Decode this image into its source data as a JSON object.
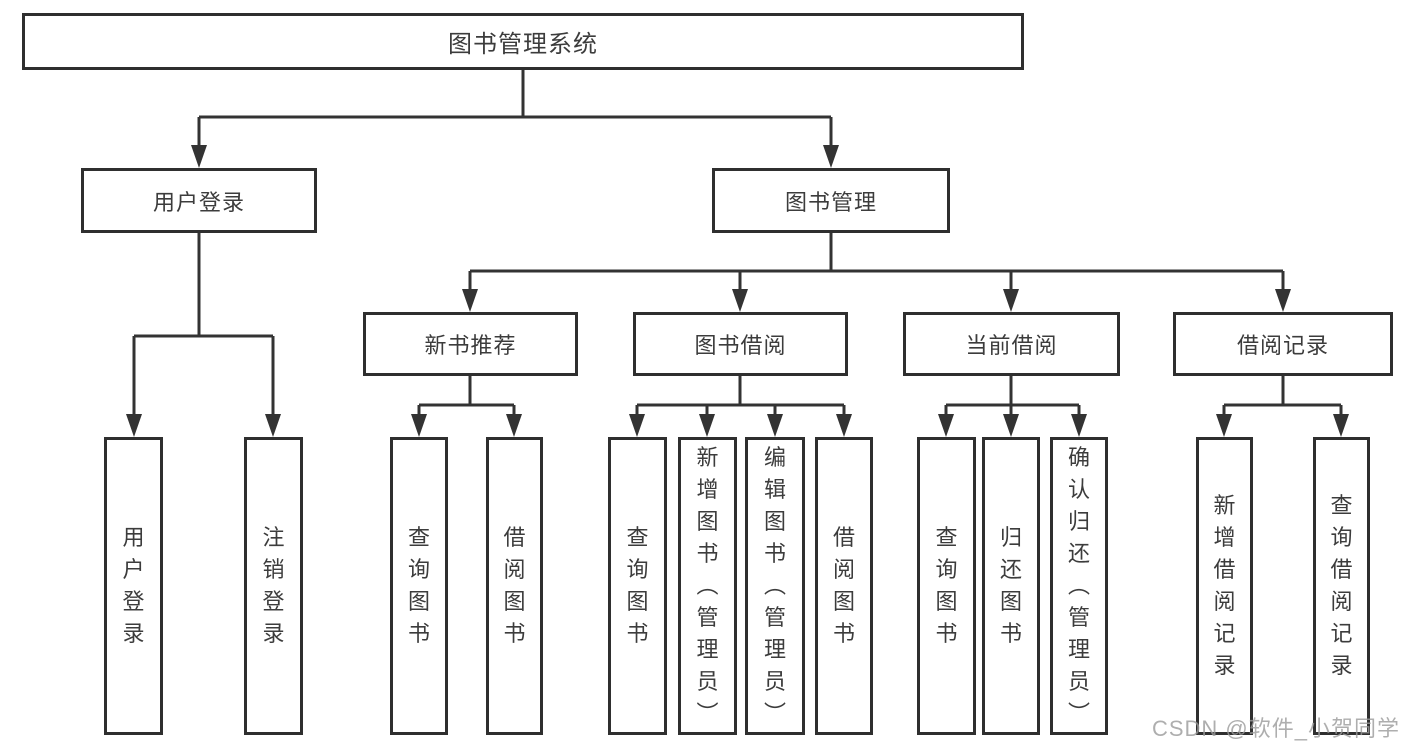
{
  "colors": {
    "line": "#333333",
    "box_border": "#2f2f2f",
    "text": "#3c3c3c",
    "watermark": "#9b9b9b",
    "background": "#ffffff"
  },
  "watermark": {
    "text": "CSDN @软件_小贺同学"
  },
  "diagram": {
    "root": {
      "label": "图书管理系统"
    },
    "branches": [
      {
        "label": "用户登录",
        "children": [
          {
            "label": "用户登录"
          },
          {
            "label": "注销登录"
          }
        ]
      },
      {
        "label": "图书管理",
        "children": [
          {
            "label": "新书推荐",
            "children": [
              {
                "label": "查询图书"
              },
              {
                "label": "借阅图书"
              }
            ]
          },
          {
            "label": "图书借阅",
            "children": [
              {
                "label": "查询图书"
              },
              {
                "label": "新增图书（管理员）"
              },
              {
                "label": "编辑图书（管理员）"
              },
              {
                "label": "借阅图书"
              }
            ]
          },
          {
            "label": "当前借阅",
            "children": [
              {
                "label": "查询图书"
              },
              {
                "label": "归还图书"
              },
              {
                "label": "确认归还（管理员）"
              }
            ]
          },
          {
            "label": "借阅记录",
            "children": [
              {
                "label": "新增借阅记录"
              },
              {
                "label": "查询借阅记录"
              }
            ]
          }
        ]
      }
    ]
  }
}
